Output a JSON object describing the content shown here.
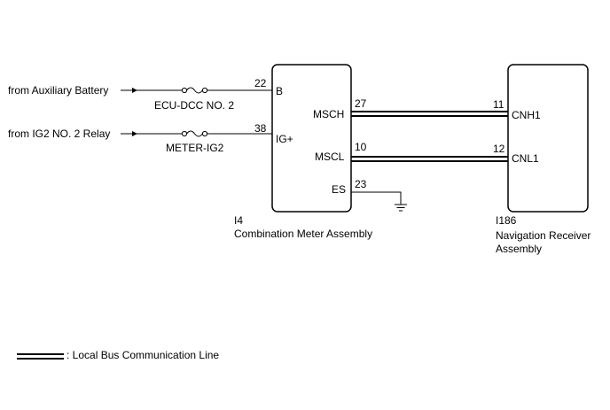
{
  "inputs": {
    "aux_battery": "from Auxiliary Battery",
    "ig2_relay": "from IG2 NO. 2 Relay"
  },
  "fuses": {
    "ecu_dcc": "ECU-DCC NO. 2",
    "meter_ig2": "METER-IG2"
  },
  "meter": {
    "code": "I4",
    "name": "Combination Meter Assembly",
    "pins": {
      "b_num": "22",
      "b_name": "B",
      "ig_num": "38",
      "ig_name": "IG+",
      "msch_num": "27",
      "msch_name": "MSCH",
      "mscl_num": "10",
      "mscl_name": "MSCL",
      "es_num": "23",
      "es_name": "ES"
    }
  },
  "receiver": {
    "code": "I186",
    "name_line1": "Navigation Receiver",
    "name_line2": "Assembly",
    "pins": {
      "cnh1_num": "11",
      "cnh1_name": "CNH1",
      "cnl1_num": "12",
      "cnl1_name": "CNL1"
    }
  },
  "legend": {
    "text": ": Local Bus Communication Line"
  }
}
